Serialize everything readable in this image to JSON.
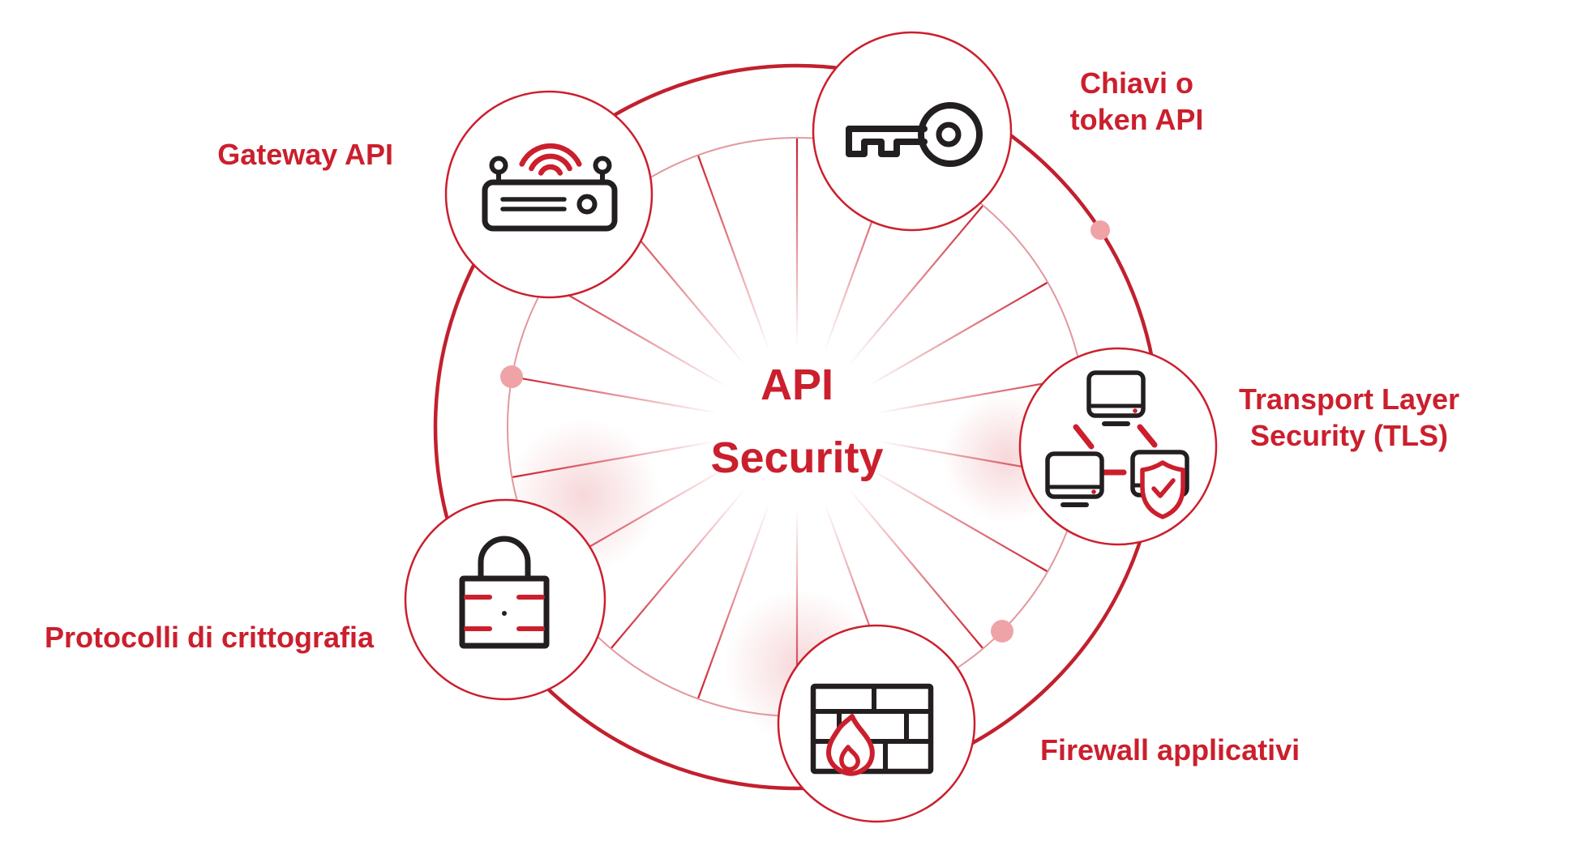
{
  "title": {
    "line1": "API",
    "line2": "Security"
  },
  "nodes": [
    {
      "id": "gateway",
      "label": "Gateway API",
      "icon": "router-icon"
    },
    {
      "id": "token",
      "label": "Chiavi o\ntoken API",
      "icon": "key-icon"
    },
    {
      "id": "tls",
      "label": "Transport Layer\nSecurity (TLS)",
      "icon": "devices-shield-icon"
    },
    {
      "id": "firewall",
      "label": "Firewall applicativi",
      "icon": "firewall-icon"
    },
    {
      "id": "crypto",
      "label": "Protocolli di crittografia",
      "icon": "padlock-icon"
    }
  ],
  "colors": {
    "accent": "#cb1f2d",
    "outer_ring": "#c2202e",
    "inner_ring": "#e2989e",
    "ring_dot": "#f0a3a6",
    "icon_stroke": "#231f20",
    "background": "#ffffff"
  }
}
